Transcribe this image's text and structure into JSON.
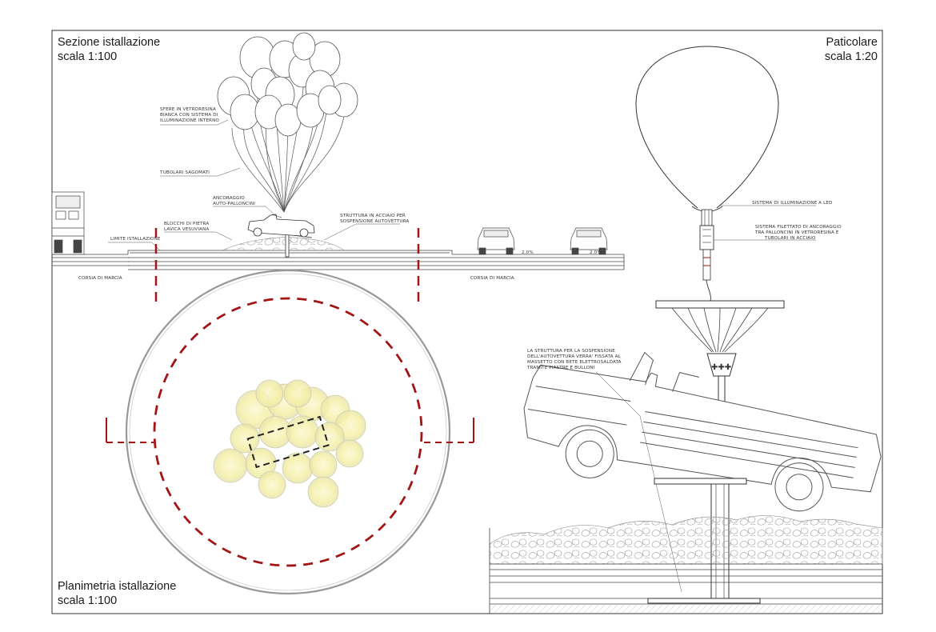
{
  "titles": {
    "section": {
      "line1": "Sezione istallazione",
      "line2": "scala 1:100"
    },
    "detail": {
      "line1": "Paticolare",
      "line2": "scala 1:20"
    },
    "plan": {
      "line1": "Planimetria istallazione",
      "line2": "scala 1:100"
    }
  },
  "section_labels": {
    "spheres": [
      "SFERE IN VETRORESINA",
      "BIANCA CON SISTEMA DI",
      "ILLUMINAZIONE INTERNO"
    ],
    "tubes": "TUBOLARI SAGOMATI",
    "anchor": [
      "ANCORAGGIO",
      "AUTO-PALLONCINI"
    ],
    "stones": [
      "BLOCCHI DI PIETRA",
      "LAVICA VESUVIANA"
    ],
    "steel": [
      "STRUTTURA IN ACCIAIO PER",
      "SOSPENSIONE AUTOVETTURA"
    ],
    "limit": "LIMITE ISTALLAZIONE",
    "lane_left": "CORSIA DI MARCIA",
    "lane_right": "CORSIA DI MARCIA",
    "slope1": "2.0%",
    "slope2": "2.0%"
  },
  "detail_labels": {
    "led": "SISTEMA DI ILLUMINAZIONE A LED",
    "thread": [
      "SISTEMA FILETTATO DI ANCORAGGIO",
      "TRA PALLONCINI IN VETRORESINA E",
      "TUBOLARI IN ACCIAIO"
    ],
    "structure": [
      "LA STRUTTURA PER LA SOSPENSIONE",
      "DELL'AUTOVETTURA VERRA' FISSATA AL",
      "MASSETTO CON RETE ELETTROSALDATA",
      "TRAMITE PIASTRE E BULLONI"
    ]
  },
  "colors": {
    "section_cut": "#a31515",
    "balloon_glow": "#f6f2b4",
    "line": "#333333"
  }
}
